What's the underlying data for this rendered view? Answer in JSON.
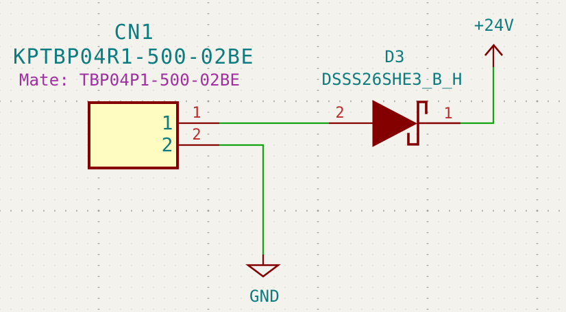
{
  "sheet": {
    "application": "schematic-editor",
    "colors": {
      "background": "#F4F2ED",
      "grid_dot": "#B7B5B1",
      "wire": "#12A312",
      "symbol_outline": "#840000",
      "pin_number": "#BE2B2D",
      "annotation_teal": "#0D7C80",
      "field_purple": "#A02FA2",
      "symbol_fill": "#FFFCC2"
    }
  },
  "connector": {
    "reference": "CN1",
    "value": "KPTBP04R1-500-02BE",
    "mate_field": "Mate: TBP04P1-500-02BE",
    "pins": [
      {
        "number": "1"
      },
      {
        "number": "2"
      }
    ]
  },
  "diode": {
    "reference": "D3",
    "value": "DSSS26SHE3_B_H",
    "pins": [
      {
        "number": "2"
      },
      {
        "number": "1"
      }
    ]
  },
  "power": {
    "label": "+24V"
  },
  "ground": {
    "label": "GND"
  }
}
